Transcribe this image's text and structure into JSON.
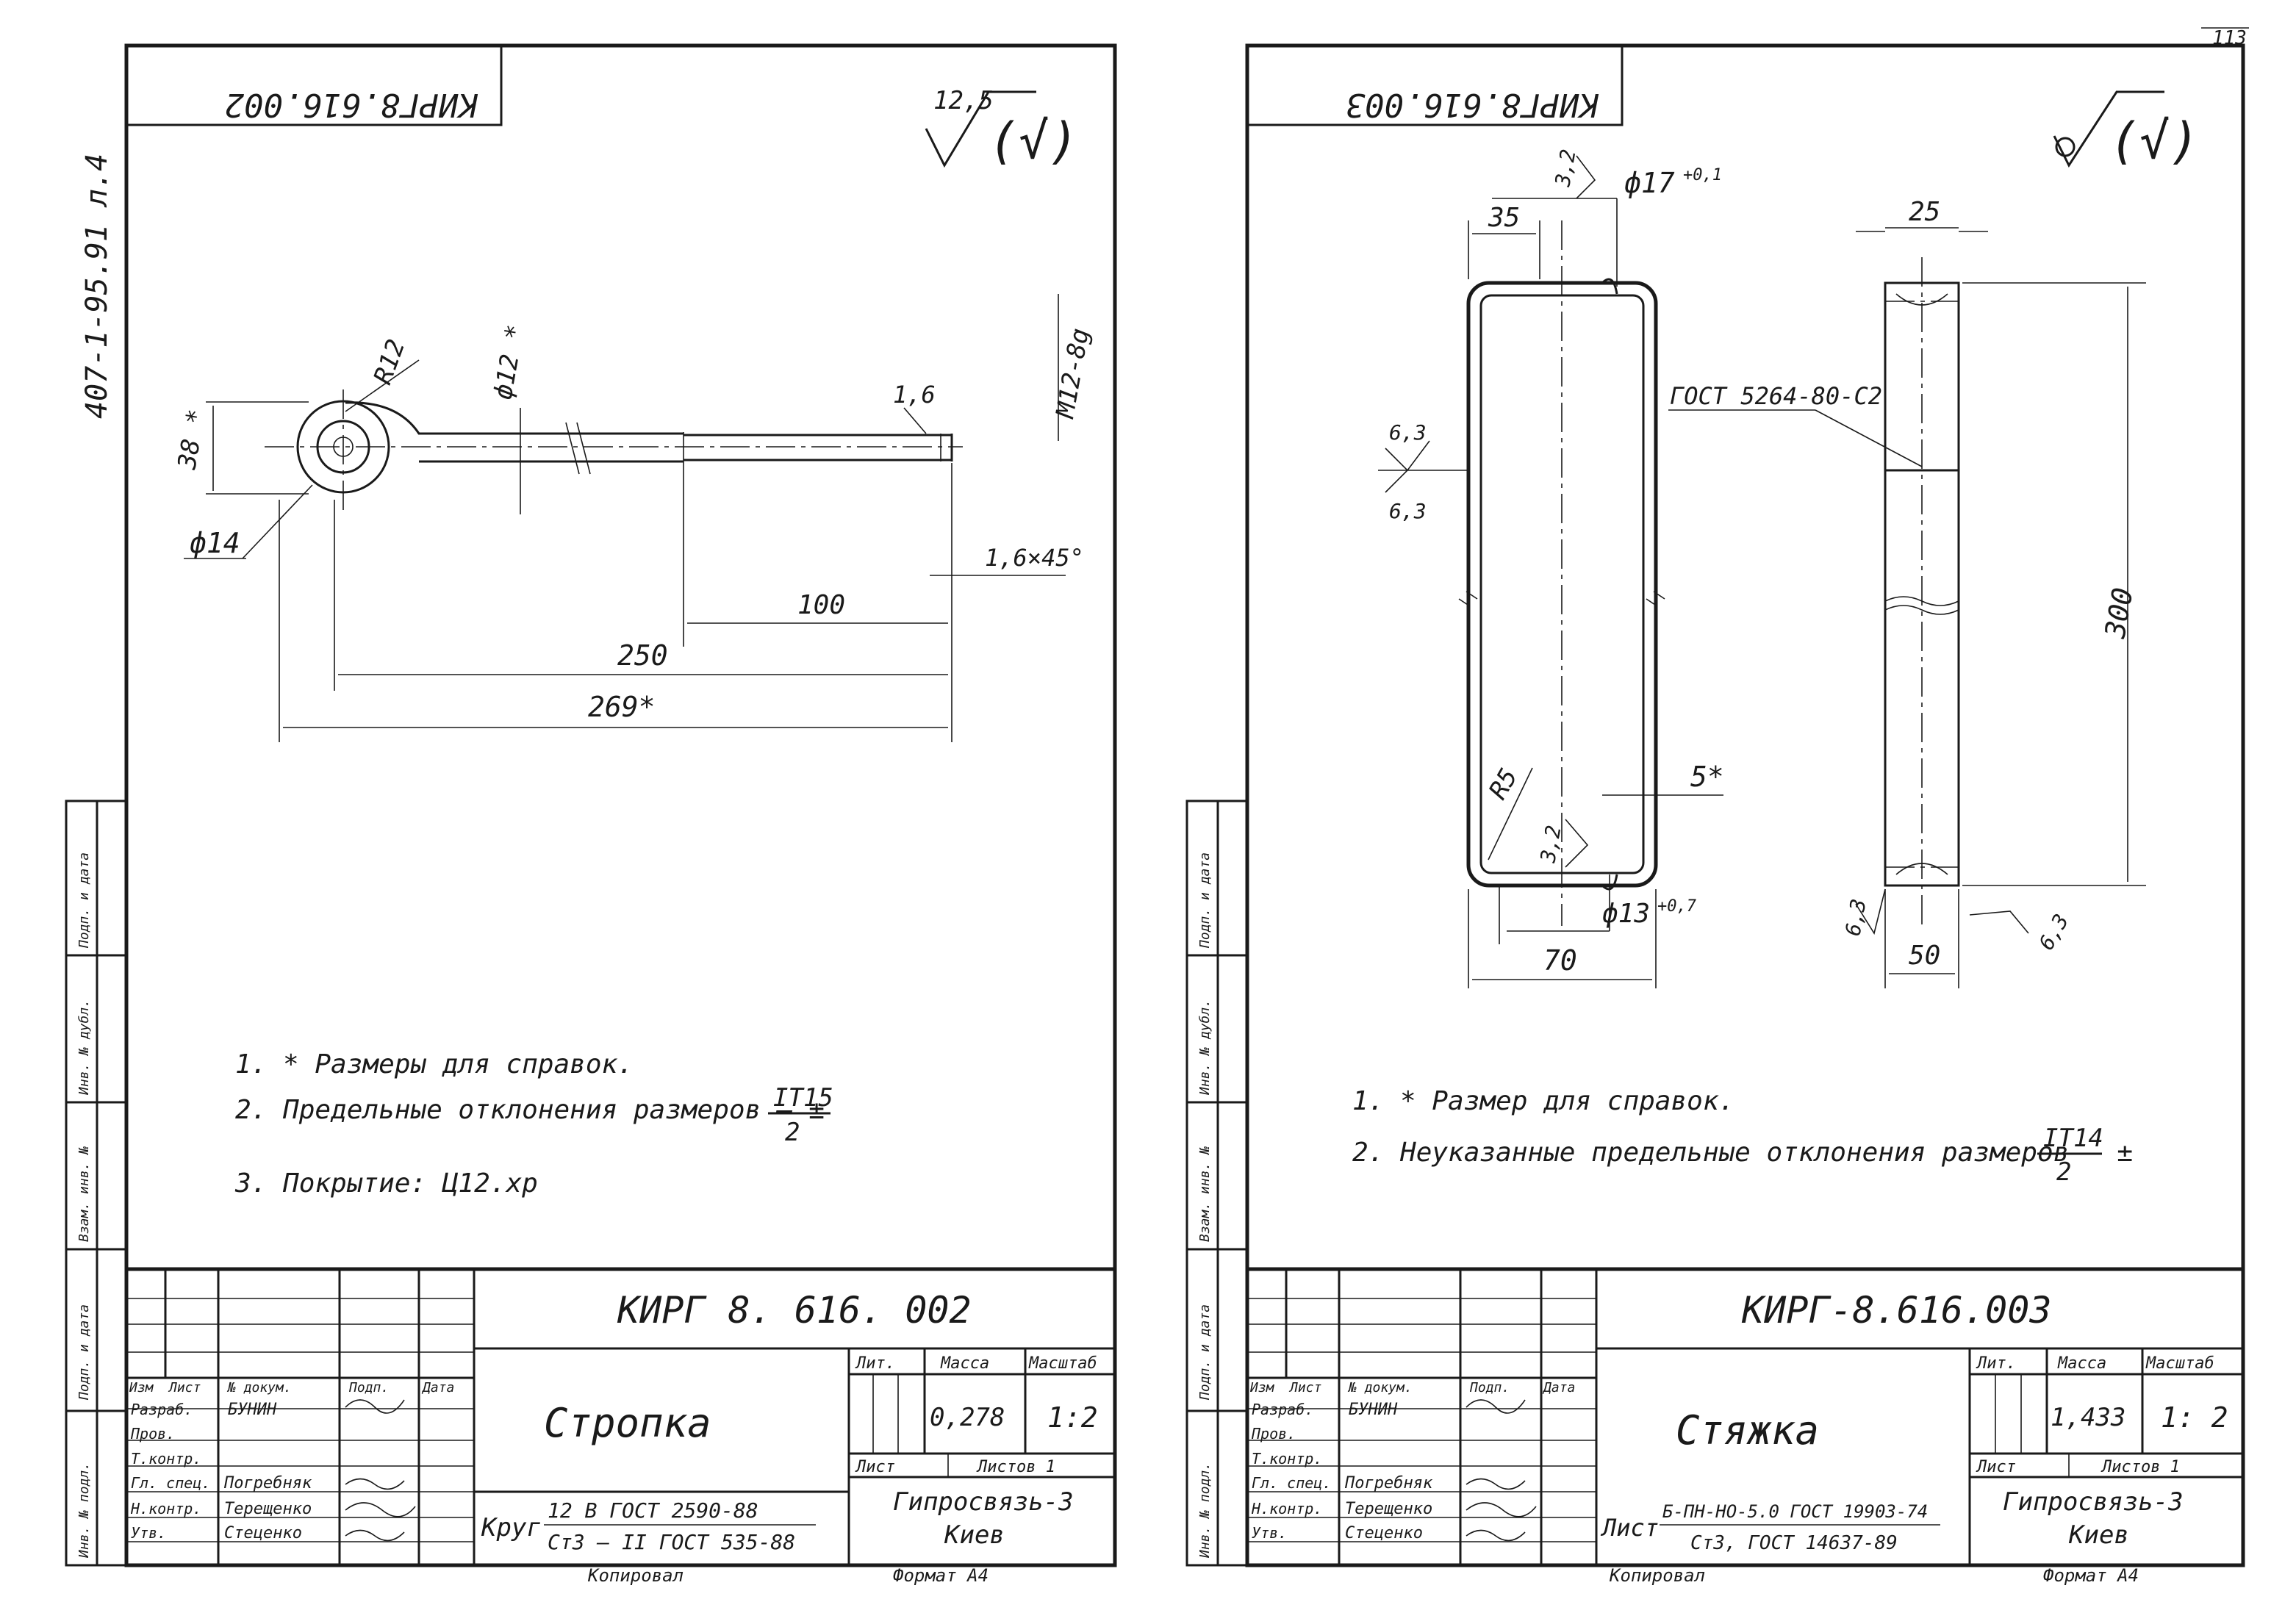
{
  "page": {
    "corner_number": "113",
    "left_side_label": "407-1-95.91 л.4",
    "side_fields": [
      "Подп. и дата",
      "Взам. инв. №",
      "Инв. № дубл.",
      "Подп. и дата",
      "Инв. № подл."
    ],
    "copied_label": "Копировал",
    "format_label": "Формат А4"
  },
  "sheet_left": {
    "mirrored_code": "КИРГ8.616.002",
    "roughness": "12,5",
    "roughness_paren": "(√)",
    "dims": {
      "r12": "R12",
      "d12": "ф12 *",
      "m12": "M12-8g",
      "v16": "1,6",
      "v38": "38 *",
      "d14": "ф14",
      "chamfer": "1,6×45°",
      "l100": "100",
      "l250": "250",
      "l269": "269*"
    },
    "notes": [
      "1.  * Размеры для справок.",
      "2. Предельные отклонения размеров – ±",
      "3. Покрытие: Ц12.хр"
    ],
    "tol_num": "IT15",
    "tol_den": "2",
    "title_block": {
      "code": "КИРГ 8. 616. 002",
      "name": "Стропка",
      "head_lit": "Лит.",
      "head_mass": "Масса",
      "head_scale": "Масштаб",
      "mass": "0,278",
      "scale": "1:2",
      "sheet": "Лист",
      "sheets": "Листов 1",
      "org": "Гипросвязь-3",
      "city": "Киев",
      "material_prefix": "Круг",
      "material_top": "12 В ГОСТ 2590-88",
      "material_bottom": "Ст3 – II ГОСТ 535-88",
      "col_headers": [
        "Изм",
        "Лист",
        "№ докум.",
        "Подп.",
        "Дата"
      ],
      "rows": [
        {
          "role": "Разраб.",
          "name": "БУНИН"
        },
        {
          "role": "Пров.",
          "name": ""
        },
        {
          "role": "Т.контр.",
          "name": ""
        },
        {
          "role": "Гл. спец.",
          "name": "Погребняк"
        },
        {
          "role": "Н.контр.",
          "name": "Терещенко"
        },
        {
          "role": "Утв.",
          "name": "Стеценко"
        }
      ]
    }
  },
  "sheet_right": {
    "mirrored_code": "КИРГ8.616.003",
    "roughness_paren": "(√)",
    "dims": {
      "r32a": "3,2",
      "d17": "ф17",
      "d17_tol": "+0,1",
      "w35": "35",
      "w25": "25",
      "gost": "ГОСТ 5264-80-С2",
      "r63a": "6,3",
      "r63b": "6,3",
      "h300": "300",
      "r5": "R5",
      "t5": "5*",
      "r32b": "3,2",
      "d13": "ф13",
      "d13_tol": "+0,7",
      "r63c": "6,3",
      "r63d": "6,3",
      "w70": "70",
      "w50": "50"
    },
    "notes": [
      "1.  * Размер для справок.",
      "2. Неуказанные предельные отклонения размеров – ±"
    ],
    "tol_num": "IT14",
    "tol_den": "2",
    "title_block": {
      "code": "КИРГ-8.616.003",
      "name": "Стяжка",
      "head_lit": "Лит.",
      "head_mass": "Масса",
      "head_scale": "Масштаб",
      "mass": "1,433",
      "scale": "1: 2",
      "sheet": "Лист",
      "sheets": "Листов  1",
      "org": "Гипросвязь-3",
      "city": "Киев",
      "material_prefix": "Лист",
      "material_top": "Б-ПН-НО-5.0 ГОСТ 19903-74",
      "material_bottom": "Ст3, ГОСТ 14637-89",
      "col_headers": [
        "Изм",
        "Лист",
        "№ докум.",
        "Подп.",
        "Дата"
      ],
      "rows": [
        {
          "role": "Разраб.",
          "name": "БУНИН"
        },
        {
          "role": "Пров.",
          "name": ""
        },
        {
          "role": "Т.контр.",
          "name": ""
        },
        {
          "role": "Гл. спец.",
          "name": "Погребняк"
        },
        {
          "role": "Н.контр.",
          "name": "Терещенко"
        },
        {
          "role": "Утв.",
          "name": "Стеценко"
        }
      ]
    }
  }
}
